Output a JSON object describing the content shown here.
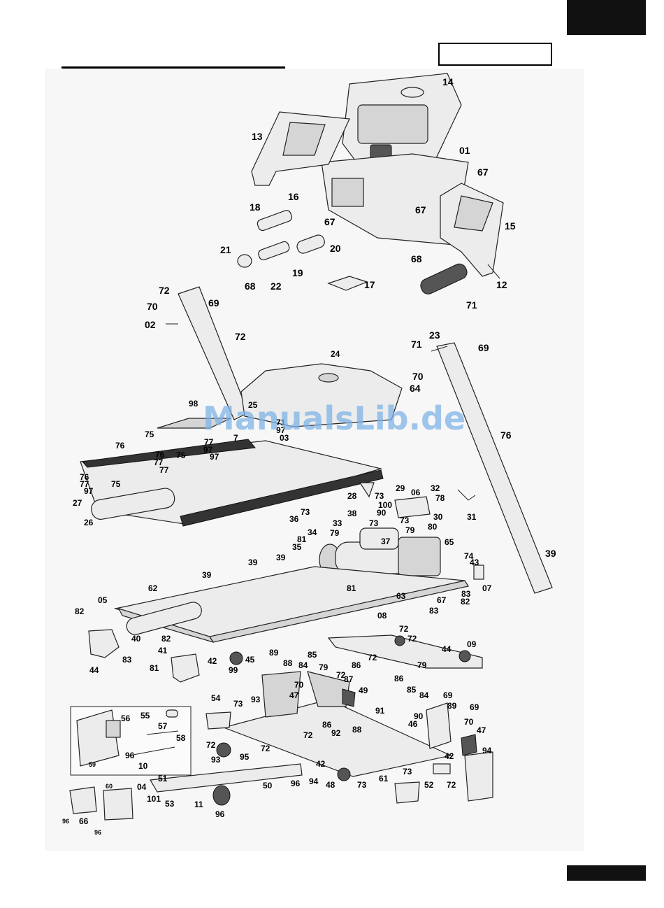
{
  "watermark": "ManualsLib.de",
  "part_labels": [
    "14",
    "13",
    "01",
    "67",
    "16",
    "18",
    "15",
    "67",
    "67",
    "21",
    "20",
    "68",
    "19",
    "68",
    "22",
    "12",
    "17",
    "71",
    "72",
    "69",
    "70",
    "02",
    "72",
    "23",
    "71",
    "69",
    "70",
    "64",
    "24",
    "98",
    "25",
    "75",
    "7",
    "71",
    "97",
    "03",
    "76",
    "76",
    "77",
    "97",
    "97",
    "77",
    "76",
    "77",
    "75",
    "76",
    "77",
    "97",
    "75",
    "27",
    "26",
    "28",
    "73",
    "29",
    "06",
    "32",
    "78",
    "100",
    "30",
    "31",
    "90",
    "73",
    "73",
    "38",
    "36",
    "33",
    "73",
    "34",
    "79",
    "37",
    "81",
    "35",
    "79",
    "80",
    "65",
    "39",
    "39",
    "39",
    "39",
    "62",
    "74",
    "43",
    "07",
    "81",
    "63",
    "83",
    "67",
    "82",
    "82",
    "83",
    "05",
    "08",
    "40",
    "83",
    "82",
    "41",
    "81",
    "44",
    "72",
    "72",
    "44",
    "09",
    "72",
    "42",
    "99",
    "45",
    "89",
    "88",
    "84",
    "85",
    "79",
    "86",
    "72",
    "87",
    "79",
    "86",
    "85",
    "84",
    "69",
    "70",
    "47",
    "49",
    "93",
    "73",
    "54",
    "56",
    "55",
    "57",
    "58",
    "96",
    "59",
    "10",
    "91",
    "86",
    "92",
    "88",
    "89",
    "69",
    "90",
    "70",
    "46",
    "47",
    "94",
    "42",
    "72",
    "93",
    "95",
    "72",
    "72",
    "42",
    "94",
    "48",
    "73",
    "61",
    "73",
    "52",
    "72",
    "51",
    "04",
    "101",
    "53",
    "11",
    "50",
    "96",
    "96",
    "60",
    "96",
    "66",
    "96"
  ]
}
